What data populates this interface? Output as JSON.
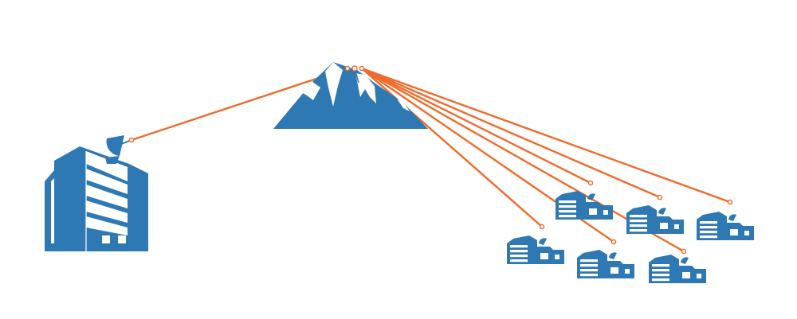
{
  "colors": {
    "building": "#2e79b3",
    "window": "#ffffff",
    "link": "#ee6b2b",
    "mountain": "#2e79b3",
    "snow": "#ffffff",
    "background": "#ffffff"
  },
  "nodes": {
    "headquarters": {
      "icon": "office-building-with-satellite-dish-icon"
    },
    "relay": {
      "icon": "mountain-with-radio-tower-icon"
    },
    "branches": [
      {
        "id": "branch-1",
        "icon": "branch-building-with-dish-icon"
      },
      {
        "id": "branch-2",
        "icon": "branch-building-with-dish-icon"
      },
      {
        "id": "branch-3",
        "icon": "branch-building-with-dish-icon"
      },
      {
        "id": "branch-4",
        "icon": "branch-building-with-dish-icon"
      },
      {
        "id": "branch-5",
        "icon": "branch-building-with-dish-icon"
      },
      {
        "id": "branch-6",
        "icon": "branch-building-with-dish-icon"
      },
      {
        "id": "branch-7",
        "icon": "branch-building-with-dish-icon"
      }
    ]
  },
  "links": [
    {
      "from": "headquarters",
      "to": "relay"
    },
    {
      "from": "relay",
      "to": "branch-1"
    },
    {
      "from": "relay",
      "to": "branch-2"
    },
    {
      "from": "relay",
      "to": "branch-3"
    },
    {
      "from": "relay",
      "to": "branch-4"
    },
    {
      "from": "relay",
      "to": "branch-5"
    },
    {
      "from": "relay",
      "to": "branch-6"
    },
    {
      "from": "relay",
      "to": "branch-7"
    }
  ]
}
